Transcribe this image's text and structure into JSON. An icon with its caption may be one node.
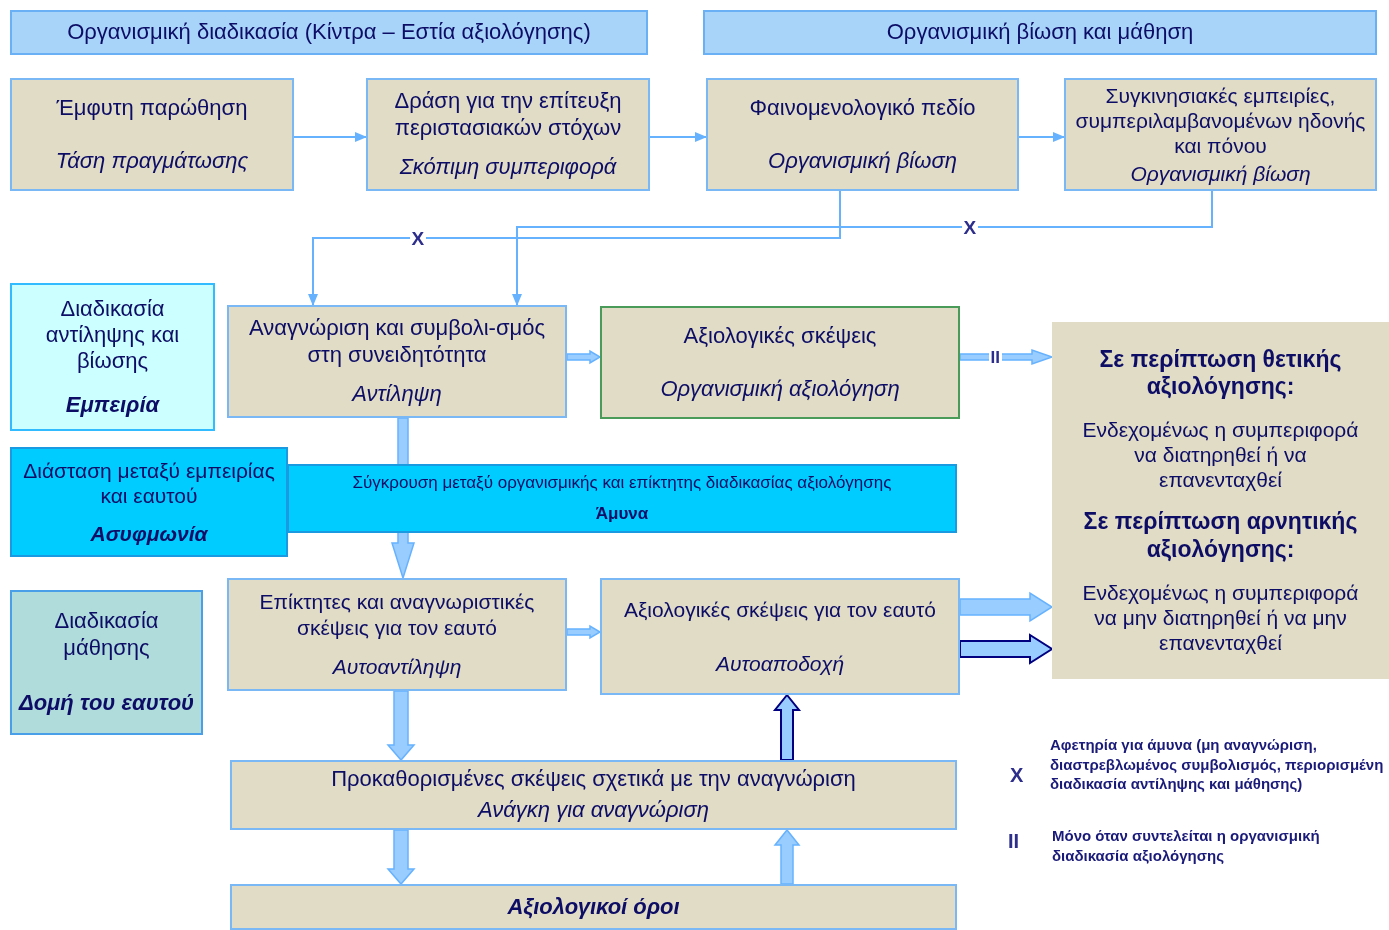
{
  "diagram": {
    "nodes": [
      {
        "text": [
          "Οργανισμική διαδικασία (Κίντρα – Εστία αξιολόγησης)"
        ]
      },
      {
        "text": [
          "Οργανισμική βίωση και μάθηση"
        ]
      },
      {
        "text": [
          "Έμφυτη παρώθηση",
          "Τάση πραγμάτωσης"
        ]
      },
      {
        "text": [
          "Δράση για την επίτευξη περιστασιακών στόχων",
          "Σκόπιμη συμπεριφορά"
        ]
      },
      {
        "text": [
          "Φαινομενολογικό πεδίο",
          "Οργανισμική βίωση"
        ]
      },
      {
        "text": [
          "Συγκινησιακές εμπειρίες, συμπεριλαμβανομένων ηδονής και πόνου",
          "Οργανισμική βίωση"
        ]
      },
      {
        "text": [
          "Διαδικασία αντίληψης και βίωσης",
          "Εμπειρία"
        ]
      },
      {
        "text": [
          "Αναγνώριση και συμβολι-σμός στη συνειδητότητα",
          "Αντίληψη"
        ]
      },
      {
        "text": [
          "Αξιολογικές σκέψεις",
          "Οργανισμική αξιολόγηση"
        ]
      },
      {
        "text": [
          "Σε περίπτωση θετικής αξιολόγησης:",
          "Ενδεχομένως η συμπεριφορά να διατηρηθεί ή να επανενταχθεί",
          "Σε περίπτωση αρνητικής αξιολόγησης:",
          "Ενδεχομένως η συμπεριφορά να μην διατηρηθεί ή να μην επανενταχθεί"
        ]
      },
      {
        "text": [
          "Διάσταση μεταξύ εμπειρίας και εαυτού",
          "Ασυφμωνία"
        ]
      },
      {
        "text": [
          "Σύγκρουση μεταξύ οργανισμικής και επίκτητης διαδικασίας αξιολόγησης",
          "Άμυνα"
        ]
      },
      {
        "text": [
          "Διαδικασία μάθησης",
          "Δομή του εαυτού"
        ]
      },
      {
        "text": [
          "Επίκτητες και αναγνωριστικές σκέψεις για τον εαυτό",
          "Αυτοαντίληψη"
        ]
      },
      {
        "text": [
          "Αξιολογικές σκέψεις για τον εαυτό",
          "Αυτοαποδοχή"
        ]
      },
      {
        "text": [
          "Προκαθορισμένες σκέψεις σχετικά με την αναγνώριση",
          "Ανάγκη για αναγνώριση"
        ]
      },
      {
        "text": [
          "Αξιολογικοί όροι"
        ]
      }
    ],
    "edges": [
      {
        "from": 2,
        "to": 3,
        "arrow": "to"
      },
      {
        "from": 3,
        "to": 4,
        "arrow": "to"
      },
      {
        "from": 4,
        "to": 5,
        "arrow": "to"
      },
      {
        "from": 4,
        "to": 7,
        "arrow": "to",
        "label": "X"
      },
      {
        "from": 5,
        "to": 7,
        "arrow": "to",
        "label": "X"
      },
      {
        "from": 7,
        "to": 8,
        "arrow": "to",
        "style": "thick"
      },
      {
        "from": 8,
        "to": 9,
        "arrow": "to",
        "style": "thick",
        "label": "II"
      },
      {
        "from": 7,
        "to": 13,
        "arrow": "to",
        "style": "thick"
      },
      {
        "from": 13,
        "to": 14,
        "arrow": "to",
        "style": "thick"
      },
      {
        "from": 14,
        "to": 9,
        "arrow": "to",
        "style": "thick"
      },
      {
        "from": 14,
        "to": 9,
        "arrow": "to",
        "style": "thick",
        "color": "#000080"
      },
      {
        "from": 13,
        "to": 15,
        "arrow": "to",
        "style": "thick"
      },
      {
        "from": 15,
        "to": 14,
        "arrow": "to",
        "style": "thick",
        "color": "#000080"
      },
      {
        "from": 15,
        "to": 16,
        "arrow": "to",
        "style": "thick"
      },
      {
        "from": 16,
        "to": 15,
        "arrow": "to",
        "style": "thick"
      }
    ],
    "labels": [
      "X",
      "Αφετηρία για άμυνα (μη αναγνώριση, διαστρεβλωμένος συμβολισμός, περιορισμένη διαδικασία αντίληψης και μάθησης)",
      "II",
      "Μόνο όταν συντελείται η οργανισμική διαδικασία αξιολόγησης"
    ]
  }
}
